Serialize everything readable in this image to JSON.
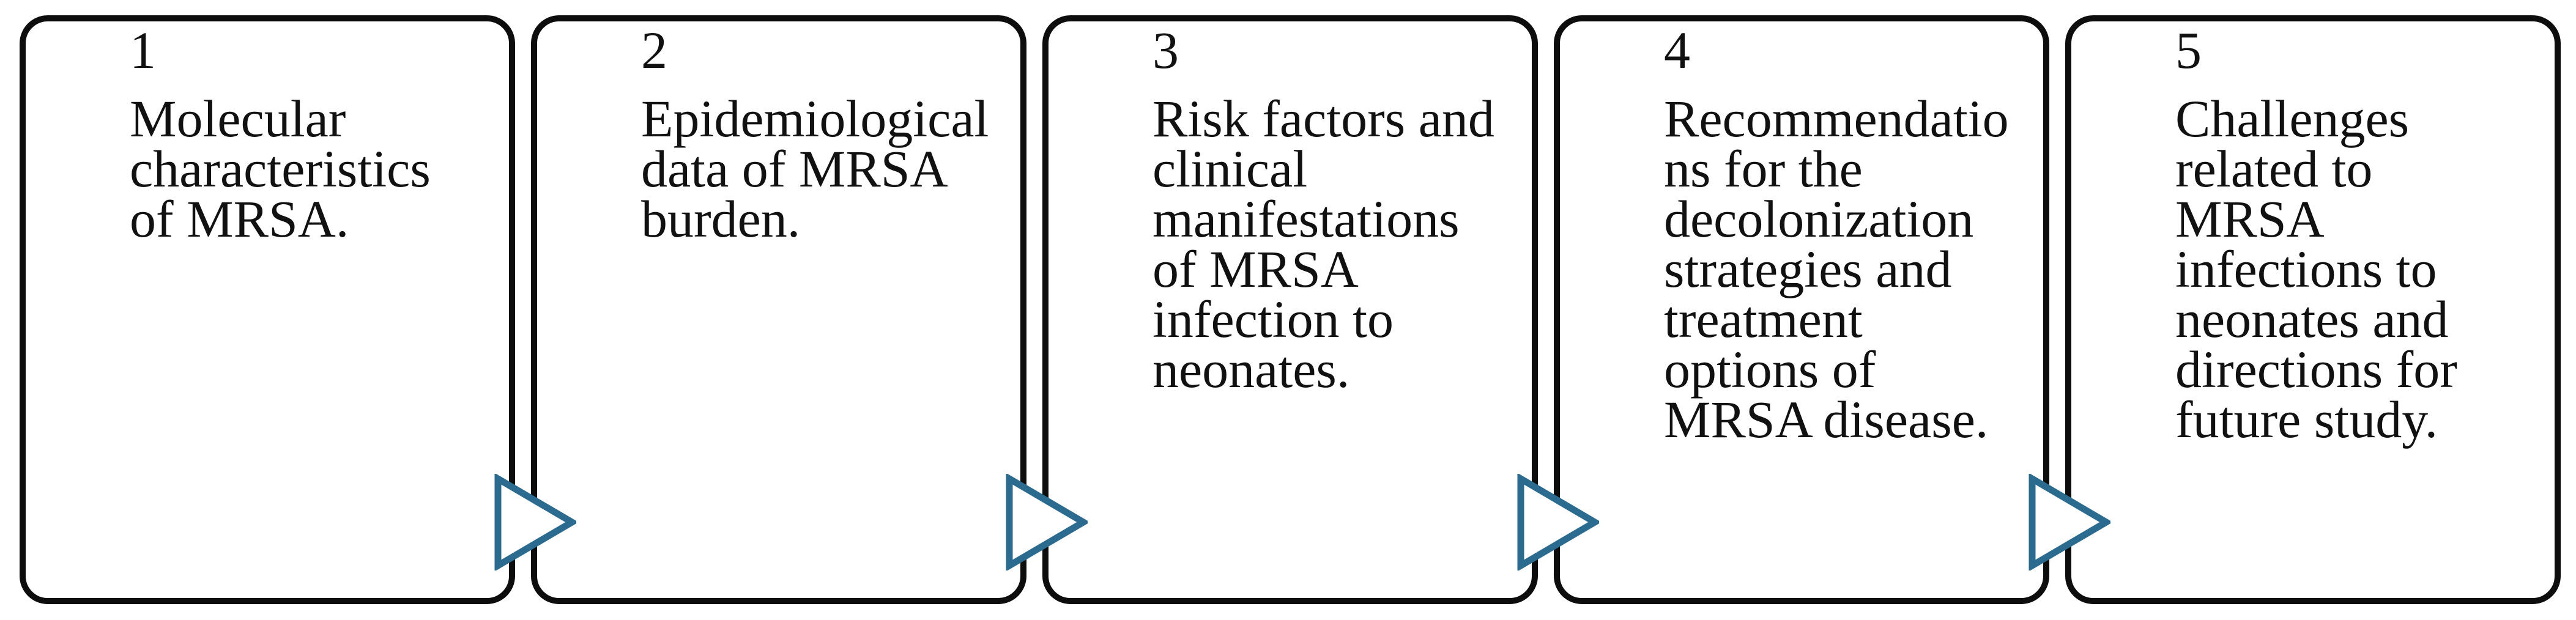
{
  "diagram": {
    "type": "process-flow",
    "colors": {
      "accent": "#2b6b8f",
      "box_border": "#0d0d0d",
      "text": "#111111",
      "background": "#ffffff"
    },
    "connector": {
      "icon": "right-triangle-arrow-icon",
      "count": 4
    },
    "boxes": [
      {
        "number": "1",
        "text": "Molecular characteristics of MRSA.",
        "lines": [
          "Molecular",
          "characteristics",
          "of MRSA."
        ]
      },
      {
        "number": "2",
        "text": "Epidemiological data of MRSA burden.",
        "lines": [
          "Epidemiological",
          "data of MRSA",
          "burden."
        ]
      },
      {
        "number": "3",
        "text": "Risk factors and clinical manifestations of MRSA infection to neonates.",
        "lines": [
          "Risk factors and",
          "clinical",
          "manifestations",
          "of MRSA",
          "infection to",
          "neonates."
        ]
      },
      {
        "number": "4",
        "text": "Recommendations for the decolonization strategies and treatment options of MRSA disease.",
        "lines": [
          "Recommendatio",
          "ns for the",
          "decolonization",
          "strategies and",
          "treatment",
          "options of",
          "MRSA disease."
        ]
      },
      {
        "number": "5",
        "text": "Challenges related to MRSA infections to neonates and directions for future study.",
        "lines": [
          "Challenges",
          "related to",
          "MRSA",
          "infections to",
          "neonates and",
          "directions for",
          "future study."
        ]
      }
    ]
  }
}
